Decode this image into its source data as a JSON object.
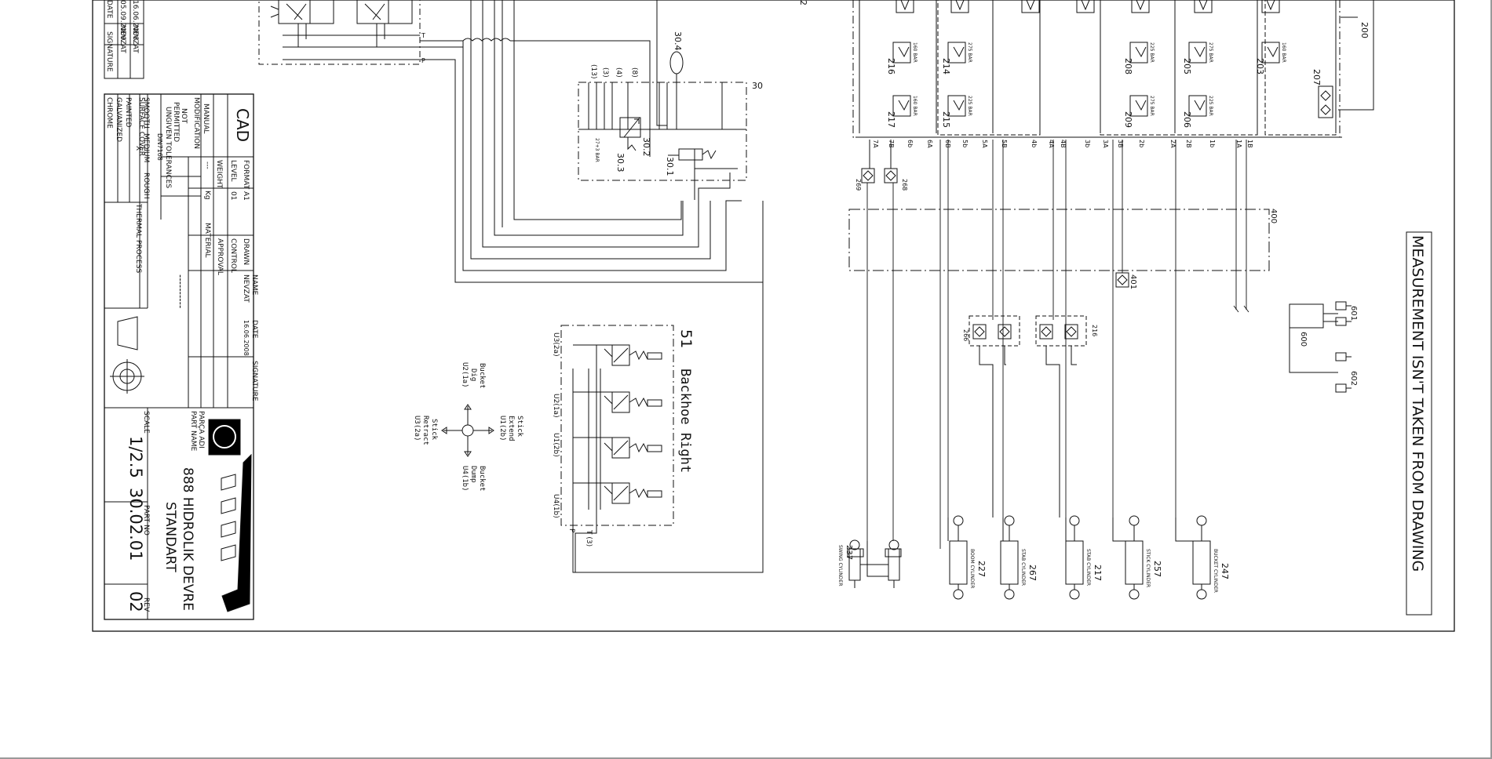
{
  "notice": "MEASUREMENT ISN'T TAKEN FROM DRAWING",
  "revision_history": {
    "dates": [
      "05.09.2009",
      "16.06.2008"
    ],
    "names": [
      "NEVZAT",
      "NEVZAT"
    ],
    "header_date": "DATE",
    "header_signature": "SIGNATURE"
  },
  "title_block": {
    "cad": "CAD",
    "format_label": "FORMAT",
    "format_value": "A1",
    "level_label": "LEVEL",
    "level_value": "01",
    "weight_label": "WEIGHT",
    "weight_value": "---",
    "weight_unit": "Kg",
    "manual_mod": [
      "MANUAL",
      "MODIFICATION",
      "NOT",
      "PERMITTED"
    ],
    "tolerances": [
      "UNGIVEN TOLERANCES",
      "DIN7168"
    ],
    "finish": [
      "SMOOTH",
      "MEDIUM",
      "ROUGH"
    ],
    "finish_mark": "X",
    "surface_cover": "SURFACE COVER",
    "surface_options": [
      "PAINTED",
      "GALVANIZED",
      "CHROME"
    ],
    "thermal": "THERMAL PROCESS",
    "material": "MATERIAL",
    "material_value": "----------",
    "drawn": "DRAWN",
    "control": "CONTROL",
    "approval": "APPROVAL",
    "name_label": "NAME",
    "date_label": "DATE",
    "signature_label": "SIGNATURE",
    "drawn_name": "NEVZAT",
    "drawn_date": "16.06.2008",
    "part_name_label": [
      "PARÇA ADI",
      "PART NAME"
    ],
    "part_name": [
      "888 HIDROLIK DEVRE",
      "STANDART"
    ],
    "scale_label": "SCALE",
    "scale": "1/2.5",
    "part_no_label": "PART NO",
    "part_no": "30.02.01",
    "rev_label": "REV",
    "rev": "02"
  },
  "valve_block": {
    "label": "30",
    "items": [
      "30.4",
      "30.3",
      "30.2",
      "30.1"
    ],
    "ports": [
      "(13)",
      "(3)",
      "(4)",
      "(8)"
    ],
    "setting": "27+3 BAR"
  },
  "backhoe": {
    "number": "51",
    "title": "Backhoe Right",
    "ports": [
      "U3(2a)",
      "U2(1a)",
      "U1(2b)",
      "U4(1b)"
    ],
    "p_port": "P",
    "t_port": "T (3)",
    "dir_up": [
      "Bucket",
      "Dig",
      "U2(1a)"
    ],
    "dir_left": [
      "Stick",
      "Retract",
      "U3(2a)"
    ],
    "dir_right": [
      "Stick",
      "Extend",
      "U1(2b)"
    ],
    "dir_down": [
      "Bucket",
      "Dump",
      "U4(1b)"
    ]
  },
  "control_valve": {
    "reliefs": [
      "216",
      "217",
      "214",
      "215",
      "208",
      "209",
      "205",
      "206",
      "203",
      "207"
    ],
    "settings": [
      "160 BAR",
      "275 BAR",
      "225 BAR"
    ],
    "ports": [
      "7A",
      "7B",
      "6b",
      "6A",
      "6B",
      "5b",
      "5A",
      "5B",
      "4b",
      "4A",
      "4B",
      "3b",
      "3A",
      "3B",
      "2b",
      "2A",
      "2B",
      "1b",
      "1A",
      "1B"
    ],
    "refs": [
      "200",
      "269",
      "268",
      "400",
      "401",
      "2"
    ]
  },
  "cylinders": [
    {
      "num": "237",
      "label": "SWING CYLINDER"
    },
    {
      "num": "227",
      "label": "BOOM CYLINDER"
    },
    {
      "num": "267",
      "label": "STAB CYLINDER"
    },
    {
      "num": "217",
      "label": "STAB CYLINDER"
    },
    {
      "num": "257",
      "label": "STICK CYLINDER"
    },
    {
      "num": "247",
      "label": "BUCKET CYLINDER"
    }
  ],
  "lock_valves": [
    "266",
    "216"
  ],
  "aux": [
    "600",
    "601",
    "602"
  ],
  "tank_ports": [
    "T",
    "P"
  ]
}
